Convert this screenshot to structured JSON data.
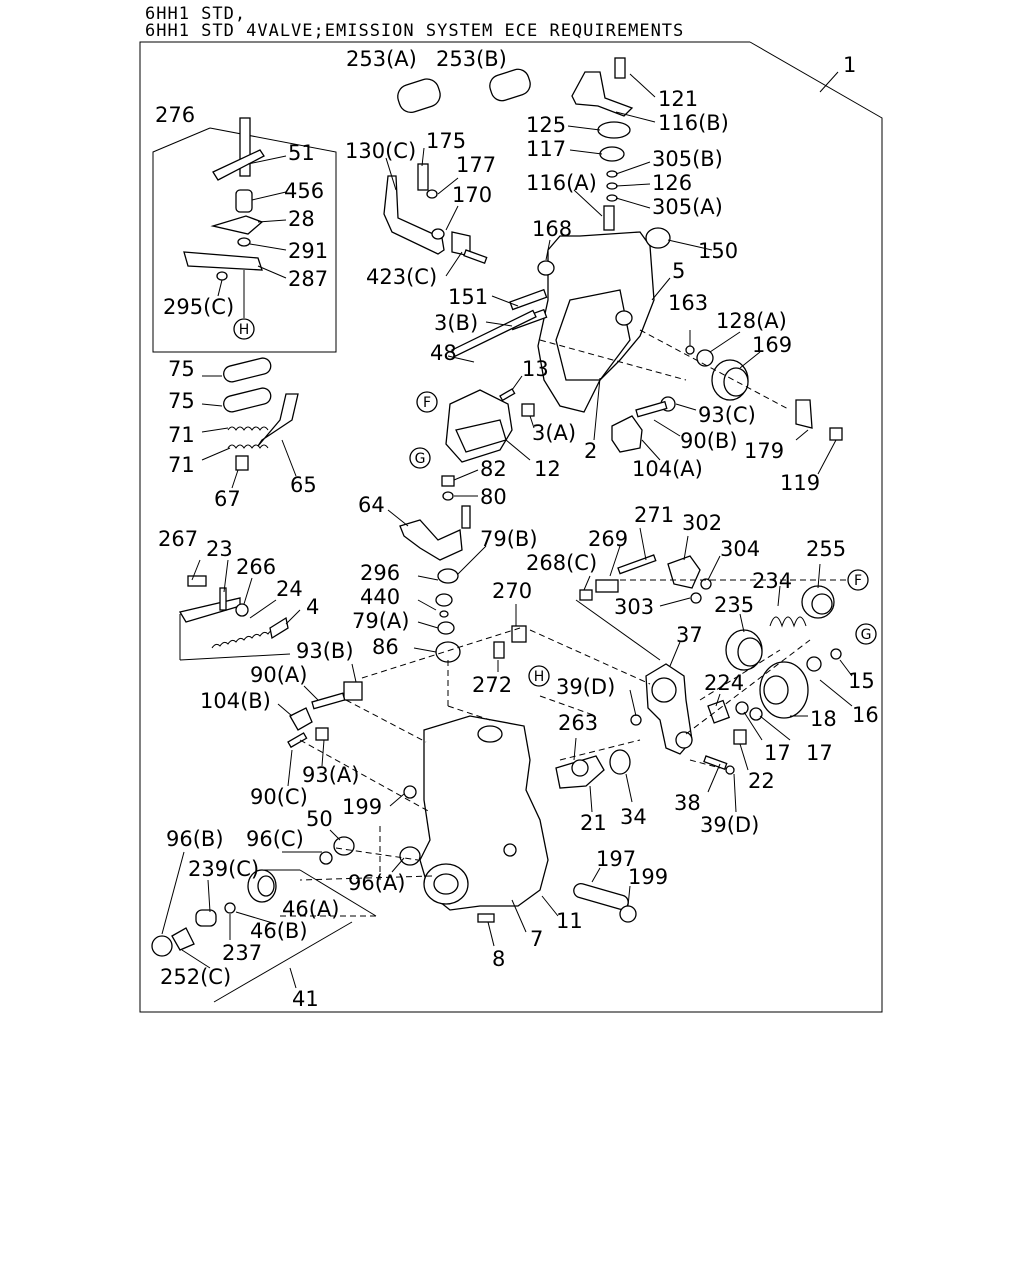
{
  "header": {
    "line1": "6HH1 STD,",
    "line2": "6HH1 STD 4VALVE;EMISSION SYSTEM ECE REQUIREMENTS"
  },
  "callouts": [
    {
      "id": "c1",
      "text": "1"
    },
    {
      "id": "c253a",
      "text": "253(A)"
    },
    {
      "id": "c253b",
      "text": "253(B)"
    },
    {
      "id": "c121",
      "text": "121"
    },
    {
      "id": "c116b",
      "text": "116(B)"
    },
    {
      "id": "c125",
      "text": "125"
    },
    {
      "id": "c117",
      "text": "117"
    },
    {
      "id": "c305b",
      "text": "305(B)"
    },
    {
      "id": "c116a",
      "text": "116(A)"
    },
    {
      "id": "c126",
      "text": "126"
    },
    {
      "id": "c305a",
      "text": "305(A)"
    },
    {
      "id": "c276",
      "text": "276"
    },
    {
      "id": "c51",
      "text": "51"
    },
    {
      "id": "c456",
      "text": "456"
    },
    {
      "id": "c28",
      "text": "28"
    },
    {
      "id": "c291",
      "text": "291"
    },
    {
      "id": "c287",
      "text": "287"
    },
    {
      "id": "c295c",
      "text": "295(C)"
    },
    {
      "id": "c130c",
      "text": "130(C)"
    },
    {
      "id": "c175",
      "text": "175"
    },
    {
      "id": "c177",
      "text": "177"
    },
    {
      "id": "c170",
      "text": "170"
    },
    {
      "id": "c423c",
      "text": "423(C)"
    },
    {
      "id": "c168",
      "text": "168"
    },
    {
      "id": "c150",
      "text": "150"
    },
    {
      "id": "c5",
      "text": "5"
    },
    {
      "id": "c151",
      "text": "151"
    },
    {
      "id": "c3b",
      "text": "3(B)"
    },
    {
      "id": "c163",
      "text": "163"
    },
    {
      "id": "c128a",
      "text": "128(A)"
    },
    {
      "id": "c169",
      "text": "169"
    },
    {
      "id": "c48",
      "text": "48"
    },
    {
      "id": "c13",
      "text": "13"
    },
    {
      "id": "c93c",
      "text": "93(C)"
    },
    {
      "id": "c3a",
      "text": "3(A)"
    },
    {
      "id": "c90b",
      "text": "90(B)"
    },
    {
      "id": "c2",
      "text": "2"
    },
    {
      "id": "c179",
      "text": "179"
    },
    {
      "id": "c104a",
      "text": "104(A)"
    },
    {
      "id": "c12",
      "text": "12"
    },
    {
      "id": "c119",
      "text": "119"
    },
    {
      "id": "c75a",
      "text": "75"
    },
    {
      "id": "c75b",
      "text": "75"
    },
    {
      "id": "c71a",
      "text": "71"
    },
    {
      "id": "c71b",
      "text": "71"
    },
    {
      "id": "c67",
      "text": "67"
    },
    {
      "id": "c65",
      "text": "65"
    },
    {
      "id": "c82",
      "text": "82"
    },
    {
      "id": "c80",
      "text": "80"
    },
    {
      "id": "c64",
      "text": "64"
    },
    {
      "id": "c79b",
      "text": "79(B)"
    },
    {
      "id": "c271",
      "text": "271"
    },
    {
      "id": "c302",
      "text": "302"
    },
    {
      "id": "c269",
      "text": "269"
    },
    {
      "id": "c304",
      "text": "304"
    },
    {
      "id": "c255",
      "text": "255"
    },
    {
      "id": "c268c",
      "text": "268(C)"
    },
    {
      "id": "c234",
      "text": "234"
    },
    {
      "id": "c267",
      "text": "267"
    },
    {
      "id": "c23",
      "text": "23"
    },
    {
      "id": "c266",
      "text": "266"
    },
    {
      "id": "c296",
      "text": "296"
    },
    {
      "id": "c303",
      "text": "303"
    },
    {
      "id": "c235",
      "text": "235"
    },
    {
      "id": "c24",
      "text": "24"
    },
    {
      "id": "c4",
      "text": "4"
    },
    {
      "id": "c440",
      "text": "440"
    },
    {
      "id": "c270",
      "text": "270"
    },
    {
      "id": "c79a",
      "text": "79(A)"
    },
    {
      "id": "c37",
      "text": "37"
    },
    {
      "id": "c86",
      "text": "86"
    },
    {
      "id": "c93b",
      "text": "93(B)"
    },
    {
      "id": "c15",
      "text": "15"
    },
    {
      "id": "c272",
      "text": "272"
    },
    {
      "id": "c39d_top",
      "text": "39(D)"
    },
    {
      "id": "c224",
      "text": "224"
    },
    {
      "id": "c90a",
      "text": "90(A)"
    },
    {
      "id": "c104b",
      "text": "104(B)"
    },
    {
      "id": "c16",
      "text": "16"
    },
    {
      "id": "c263",
      "text": "263"
    },
    {
      "id": "c18",
      "text": "18"
    },
    {
      "id": "c17a",
      "text": "17"
    },
    {
      "id": "c17b",
      "text": "17"
    },
    {
      "id": "c93a",
      "text": "93(A)"
    },
    {
      "id": "c22",
      "text": "22"
    },
    {
      "id": "c90c",
      "text": "90(C)"
    },
    {
      "id": "c199a",
      "text": "199"
    },
    {
      "id": "c38",
      "text": "38"
    },
    {
      "id": "c34",
      "text": "34"
    },
    {
      "id": "c21",
      "text": "21"
    },
    {
      "id": "c39d_bot",
      "text": "39(D)"
    },
    {
      "id": "c50",
      "text": "50"
    },
    {
      "id": "c96b",
      "text": "96(B)"
    },
    {
      "id": "c96c",
      "text": "96(C)"
    },
    {
      "id": "c197",
      "text": "197"
    },
    {
      "id": "c239c",
      "text": "239(C)"
    },
    {
      "id": "c96a",
      "text": "96(A)"
    },
    {
      "id": "c199b",
      "text": "199"
    },
    {
      "id": "c46a",
      "text": "46(A)"
    },
    {
      "id": "c11",
      "text": "11"
    },
    {
      "id": "c7",
      "text": "7"
    },
    {
      "id": "c46b",
      "text": "46(B)"
    },
    {
      "id": "c237",
      "text": "237"
    },
    {
      "id": "c8",
      "text": "8"
    },
    {
      "id": "c252c",
      "text": "252(C)"
    },
    {
      "id": "c41",
      "text": "41"
    }
  ],
  "markers": [
    {
      "id": "mH1",
      "text": "H"
    },
    {
      "id": "mF1",
      "text": "F"
    },
    {
      "id": "mG1",
      "text": "G"
    },
    {
      "id": "mF2",
      "text": "F"
    },
    {
      "id": "mG2",
      "text": "G"
    },
    {
      "id": "mH2",
      "text": "H"
    }
  ]
}
